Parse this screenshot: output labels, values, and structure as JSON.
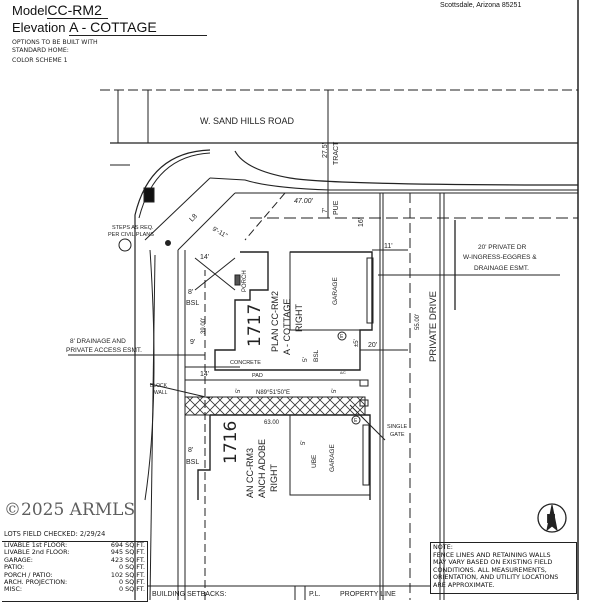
{
  "header": {
    "model_label": "Model",
    "model_value": "CC-RM2",
    "elevation_label": "Elevation",
    "elevation_value": "A - COTTAGE",
    "options_line1": "OPTIONS TO BE BUILT WITH",
    "options_line2": "STANDARD HOME:",
    "color_scheme": "COLOR SCHEME 1",
    "address_line": "Scottsdale, Arizona 85251"
  },
  "plan": {
    "road": "W. SAND HILLS ROAD",
    "tract_dim": "27.5'",
    "tract": "TRACT",
    "lot_width": "47.00'",
    "pue_dim": "7'",
    "pue": "PUE",
    "dim_16": "16'",
    "dim_11": "11'",
    "dim_l8": "L8",
    "dim_9_11": "9'-11\"",
    "dim_14_top": "14'",
    "steps_line1": "STEPS AS REQ.",
    "steps_line2": "PER CIVIL PLANS",
    "porch": "PORCH",
    "garage_1717": "GARAGE",
    "lot_1717": "1717",
    "plan_1717_line1": "PLAN CC-RM2",
    "plan_1717_line2": "A - COTTAGE",
    "plan_1717_line3": "RIGHT",
    "bsl": "BSL",
    "dim_8": "8'",
    "dim_39": "39.00'",
    "dim_9": "9'",
    "dim_14": "14'",
    "dim_5": "5'",
    "dim_pm5": "±5'",
    "dim_20": "20'",
    "dim_55": "55.00'",
    "private_drive": "PRIVATE DRIVE",
    "easement_line1": "20' PRIVATE DR",
    "easement_line2": "W-INGRESS-EGGRES &",
    "easement_line3": "DRAINAGE ESMT.",
    "drainage_line1": "8' DRAINAGE AND",
    "drainage_line2": "PRIVATE ACCESS ESMT.",
    "concrete_line1": "CONCRETE",
    "concrete_line2": "PAD",
    "block_line1": "BLOCK",
    "block_line2": "WALL",
    "bearing": "N89°51'50\"E",
    "dim_63": "63.00",
    "single_gate_line1": "SINGLE",
    "single_gate_line2": "GATE",
    "lot_1716": "1716",
    "plan_1716_line1": "AN CC-RM3",
    "plan_1716_line2": "ANCH ADOBE",
    "plan_1716_line3": "RIGHT",
    "ube": "UBE",
    "garage_1716": "GARAGE",
    "ac": "A/C",
    "electric": "E",
    "north": "N"
  },
  "areas": {
    "checked": "LOTS FIELD CHECKED: 2/29/24",
    "rows": [
      {
        "label": "LIVABLE 1st FLOOR:",
        "value": "694 SQ.FT."
      },
      {
        "label": "LIVABLE 2nd FLOOR:",
        "value": "945 SQ.FT."
      },
      {
        "label": "GARAGE:",
        "value": "423 SQ.FT."
      },
      {
        "label": "PATIO:",
        "value": "0 SQ.FT."
      },
      {
        "label": "PORCH / PATIO:",
        "value": "102 SQ.FT."
      },
      {
        "label": "ARCH. PROJECTION:",
        "value": "0 SQ.FT."
      },
      {
        "label": "MISC:",
        "value": "0 SQ.FT."
      }
    ]
  },
  "watermark": "©2025 ARMLS",
  "note": {
    "title": "NOTE:",
    "line1": "FENCE LINES AND RETAINING WALLS",
    "line2": "MAY VARY BASED ON EXISTING FIELD",
    "line3": "CONDITIONS.  ALL MEASUREMENTS,",
    "line4": "ORIENTATION, AND UTILITY LOCATIONS",
    "line5": "ARE APPROXIMATE."
  },
  "legend": {
    "setbacks": "BUILDING SETBACKS:",
    "pl_abbr": "P.L.",
    "pl_text": "PROPERTY LINE"
  }
}
